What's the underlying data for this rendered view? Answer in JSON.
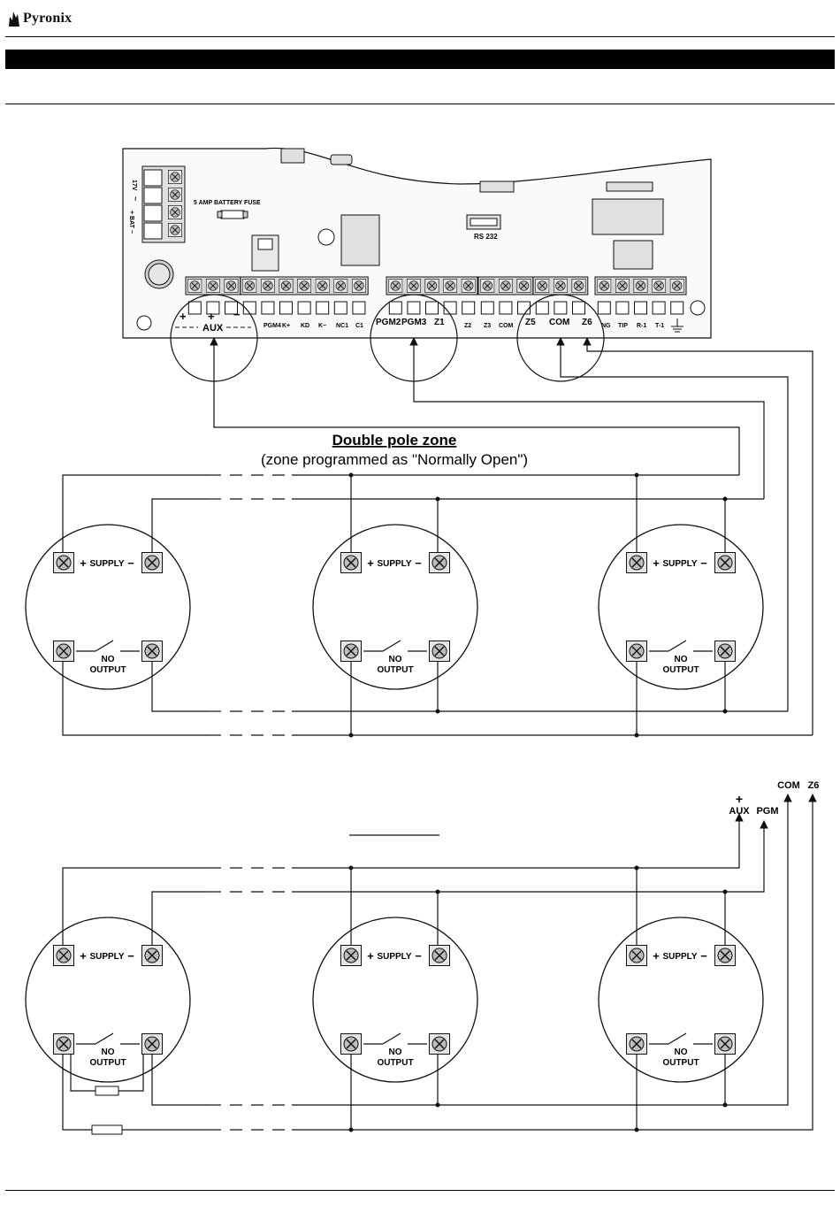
{
  "header": {
    "brand": "Pyronix"
  },
  "panel": {
    "fuse_label": "5 AMP BATTERY FUSE",
    "rs232_label": "RS 232",
    "power_labels": [
      "17V",
      "~",
      "+ BAT −"
    ],
    "terminals_small": [
      "PGM4",
      "K+",
      "KD",
      "K−",
      "NC1",
      "C1",
      "Z2",
      "Z3",
      "COM",
      "NG",
      "TIP",
      "R-1",
      "T-1"
    ],
    "terminals_large": [
      "PGM2",
      "PGM3",
      "Z1",
      "Z5",
      "COM",
      "Z6"
    ],
    "aux_label": "AUX",
    "aux_plus_1": "+",
    "aux_plus_2": "+",
    "aux_minus": "−"
  },
  "diagram1": {
    "title": "Double pole zone",
    "subtitle": "(zone programmed as \"Normally Open\")"
  },
  "detector": {
    "supply_plus": "+",
    "supply_label": "SUPPLY",
    "supply_minus": "−",
    "no_label": "NO",
    "output_label": "OUTPUT"
  },
  "diagram2": {
    "title": "",
    "aux_plus": "+",
    "aux_label": "AUX",
    "pgm_label": "PGM",
    "com_label": "COM",
    "z6_label": "Z6"
  },
  "colors": {
    "ink": "#111111",
    "board_shade": "#d9d9d9",
    "terminal_shade": "#cfcfcf"
  }
}
